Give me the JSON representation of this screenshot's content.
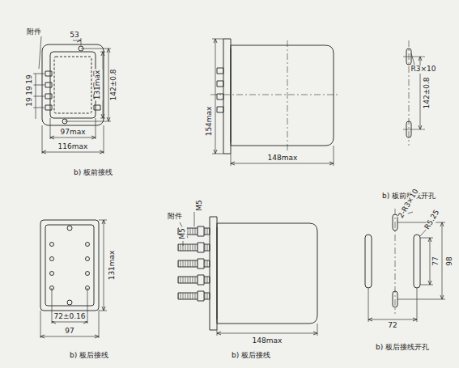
{
  "diagram": {
    "labels": [
      "附件",
      "53",
      "19",
      "19",
      "19",
      "131max",
      "142±0.8",
      "97max",
      "116max",
      "b) 板前接线",
      "154max",
      "148max",
      "R3×10",
      "142±0.8",
      "b) 板前接线开孔",
      "131max",
      "72±0.16",
      "97",
      "b) 板后接线",
      "附件",
      "M5",
      "M5",
      "148max",
      "b) 板后接线",
      "2-R3×10",
      "R5.25",
      "77",
      "98",
      "72",
      "b) 板后接线开孔"
    ]
  }
}
